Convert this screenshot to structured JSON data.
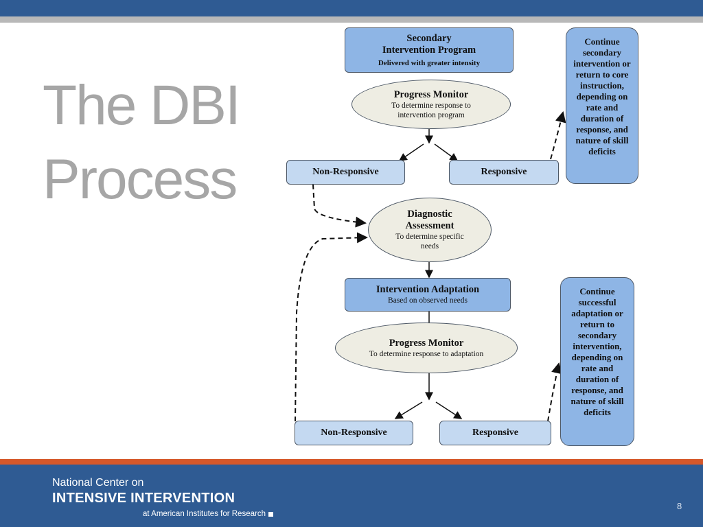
{
  "slide": {
    "title_line1": "The DBI",
    "title_line2": "Process",
    "page_number": "8"
  },
  "diagram": {
    "secondary_program": {
      "title": "Secondary Intervention Program",
      "subtitle": "Delivered with greater intensity"
    },
    "progress_monitor_1": {
      "title": "Progress Monitor",
      "subtitle": "To determine response to intervention program"
    },
    "non_responsive_1": "Non-Responsive",
    "responsive_1": "Responsive",
    "continue_secondary": "Continue secondary intervention or return to core instruction, depending on rate and duration of response, and nature of skill deficits",
    "diagnostic_assessment": {
      "title": "Diagnostic Assessment",
      "subtitle": "To determine specific needs"
    },
    "intervention_adaptation": {
      "title": "Intervention Adaptation",
      "subtitle": "Based on observed needs"
    },
    "progress_monitor_2": {
      "title": "Progress Monitor",
      "subtitle": "To determine response to adaptation"
    },
    "non_responsive_2": "Non-Responsive",
    "responsive_2": "Responsive",
    "continue_adaptation": "Continue successful adaptation or return to secondary intervention, depending on rate and duration of response, and nature of skill deficits"
  },
  "footer": {
    "logo_line1": "National Center on",
    "logo_line2": "INTENSIVE INTERVENTION",
    "logo_line3": "at American Institutes for Research"
  },
  "colors": {
    "brand_blue": "#2f5b93",
    "accent_orange": "#d5582a",
    "box_blue": "#8eb5e5",
    "light_blue": "#c4d9f1",
    "oval_fill": "#eeede3"
  }
}
